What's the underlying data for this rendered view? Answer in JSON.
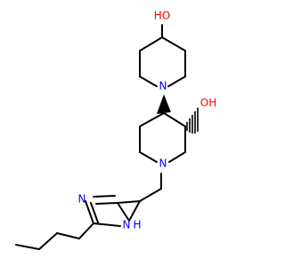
{
  "colors": {
    "bond": "#000000",
    "heteroatom_N": "#0000ff",
    "heteroatom_O": "#ff0000",
    "background": "#ffffff"
  },
  "atoms": {
    "oh_top": "HO",
    "n_piperidine_top": "N",
    "oh_right": "OH",
    "n_piperidine_bottom": "N",
    "n_imidazole": "N",
    "nh_imidazole": "N",
    "h_imidazole": "H"
  }
}
